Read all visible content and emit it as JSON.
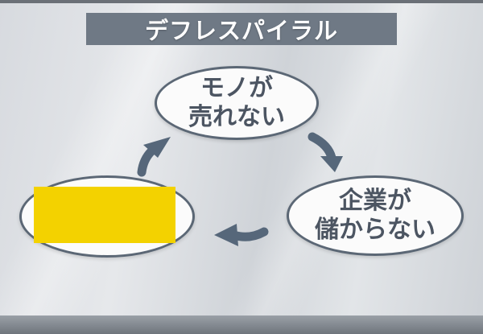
{
  "title": "デフレスパイラル",
  "nodes": {
    "top": {
      "line1": "モノが",
      "line2": "売れない"
    },
    "right": {
      "line1": "企業が",
      "line2": "儲からない"
    },
    "left": {
      "redacted": true
    }
  },
  "colors": {
    "title_bar": "#6f7985",
    "node_border": "#5b6775",
    "arrow": "#56677a",
    "redaction": "#f3d200"
  }
}
